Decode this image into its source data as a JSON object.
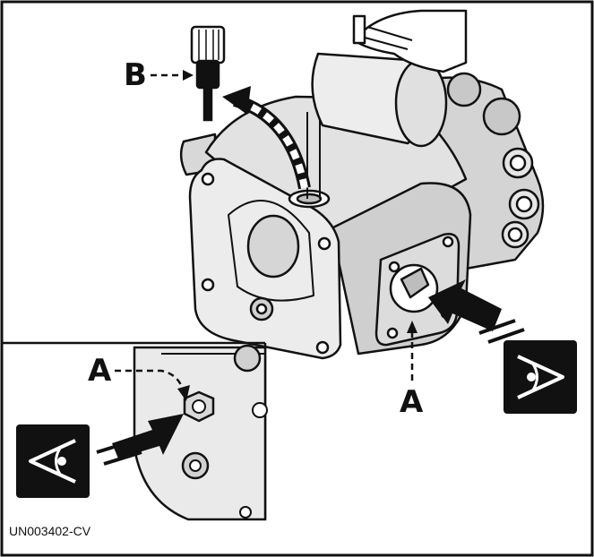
{
  "labels": {
    "b": "B",
    "a_main": "A",
    "a_inset": "A"
  },
  "figure_code": "UN003402-CV",
  "icons": {
    "eye_right": "eye-look-right-icon",
    "eye_left": "eye-look-left-icon"
  },
  "colors": {
    "ink": "#111111",
    "body": "#e9e9e9",
    "shade": "#bdbdbd",
    "paper": "#ffffff"
  }
}
